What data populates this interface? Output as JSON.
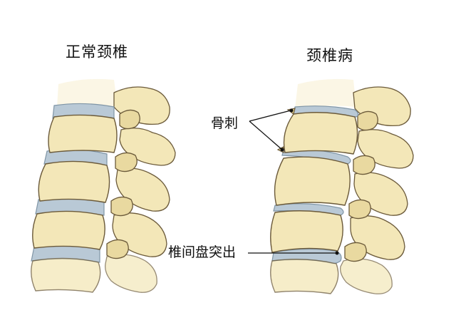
{
  "titles": {
    "normal": "正常颈椎",
    "disease": "颈椎病"
  },
  "annotations": {
    "bone_spur": "骨刺",
    "disc_herniation": "椎间盘突出"
  },
  "colors": {
    "bone_fill": "#f3e7b8",
    "bone_shade": "#e2cf8c",
    "bone_outline": "#6b5a3a",
    "disc": "#b9c9d6",
    "disc_outline": "#7f95a6"
  }
}
